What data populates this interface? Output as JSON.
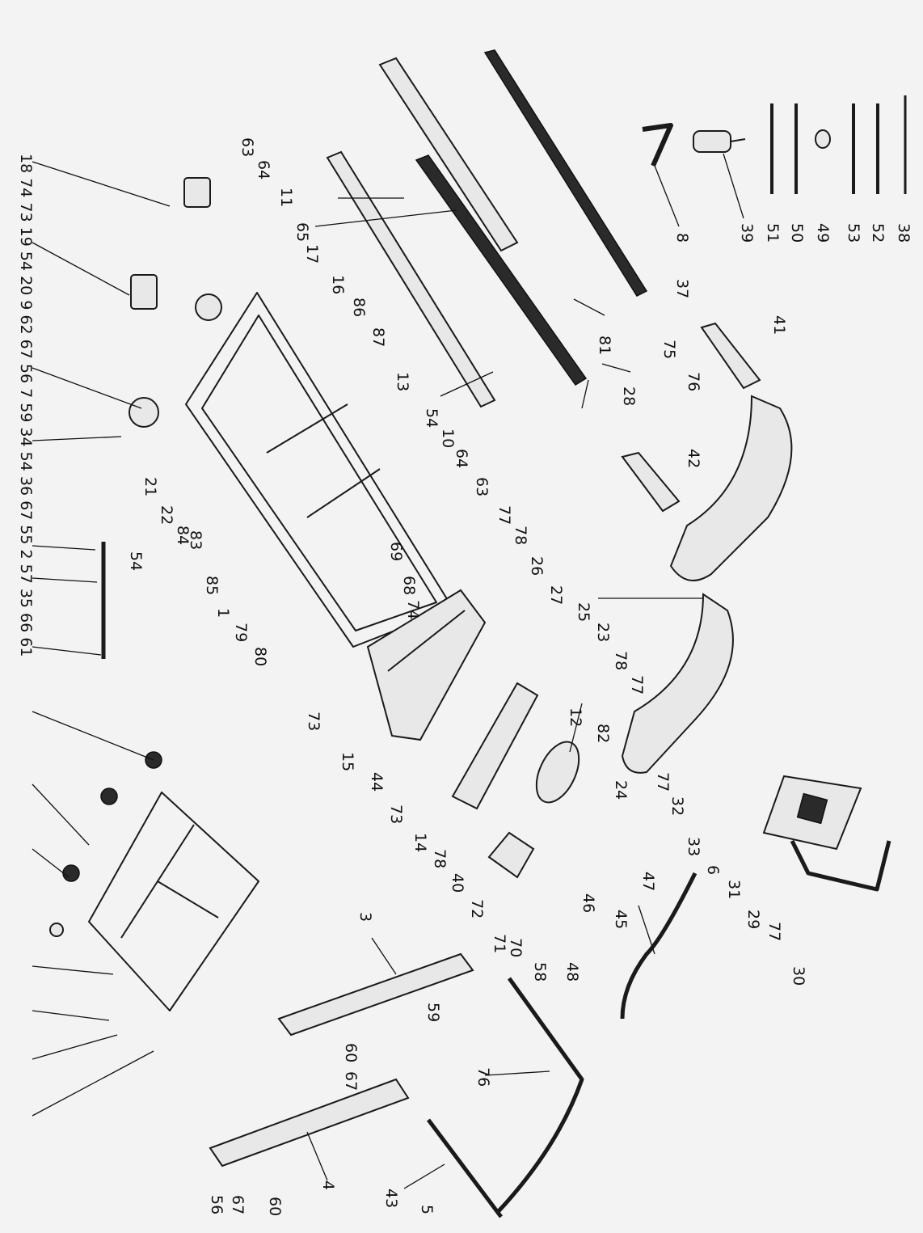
{
  "labels": [
    {
      "id": "l8",
      "text": "8"
    },
    {
      "id": "l39",
      "text": "39"
    },
    {
      "id": "l51",
      "text": "51"
    },
    {
      "id": "l50",
      "text": "50"
    },
    {
      "id": "l49",
      "text": "49"
    },
    {
      "id": "l53",
      "text": "53"
    },
    {
      "id": "l52",
      "text": "52"
    },
    {
      "id": "l38",
      "text": "38"
    },
    {
      "id": "l63a",
      "text": "63"
    },
    {
      "id": "l64a",
      "text": "64"
    },
    {
      "id": "l11",
      "text": "11"
    },
    {
      "id": "l65",
      "text": "65"
    },
    {
      "id": "l17",
      "text": "17"
    },
    {
      "id": "l16",
      "text": "16"
    },
    {
      "id": "l86",
      "text": "86"
    },
    {
      "id": "l87",
      "text": "87"
    },
    {
      "id": "l13",
      "text": "13"
    },
    {
      "id": "l54a",
      "text": "54"
    },
    {
      "id": "l10",
      "text": "10"
    },
    {
      "id": "l64b",
      "text": "64"
    },
    {
      "id": "l63b",
      "text": "63"
    },
    {
      "id": "l81",
      "text": "81"
    },
    {
      "id": "l37",
      "text": "37"
    },
    {
      "id": "l41",
      "text": "41"
    },
    {
      "id": "l75",
      "text": "75"
    },
    {
      "id": "l76a",
      "text": "76"
    },
    {
      "id": "l28",
      "text": "28"
    },
    {
      "id": "l42",
      "text": "42"
    },
    {
      "id": "l77a",
      "text": "77"
    },
    {
      "id": "l78a",
      "text": "78"
    },
    {
      "id": "l26",
      "text": "26"
    },
    {
      "id": "l27",
      "text": "27"
    },
    {
      "id": "l25",
      "text": "25"
    },
    {
      "id": "l23",
      "text": "23"
    },
    {
      "id": "l78b",
      "text": "78"
    },
    {
      "id": "l77b",
      "text": "77"
    },
    {
      "id": "l82",
      "text": "82"
    },
    {
      "id": "l12",
      "text": "12"
    },
    {
      "id": "l24",
      "text": "24"
    },
    {
      "id": "l77c",
      "text": "77"
    },
    {
      "id": "l32",
      "text": "32"
    },
    {
      "id": "l33",
      "text": "33"
    },
    {
      "id": "l6",
      "text": "6"
    },
    {
      "id": "l31",
      "text": "31"
    },
    {
      "id": "l29",
      "text": "29"
    },
    {
      "id": "l77d",
      "text": "77"
    },
    {
      "id": "l30",
      "text": "30"
    },
    {
      "id": "l47",
      "text": "47"
    },
    {
      "id": "l45",
      "text": "45"
    },
    {
      "id": "l46",
      "text": "46"
    },
    {
      "id": "l48",
      "text": "48"
    },
    {
      "id": "l58",
      "text": "58"
    },
    {
      "id": "l70",
      "text": "70"
    },
    {
      "id": "l71",
      "text": "71"
    },
    {
      "id": "l72",
      "text": "72"
    },
    {
      "id": "l40",
      "text": "40"
    },
    {
      "id": "l78c",
      "text": "78"
    },
    {
      "id": "l14",
      "text": "14"
    },
    {
      "id": "l73a",
      "text": "73"
    },
    {
      "id": "l73b",
      "text": "73"
    },
    {
      "id": "l15",
      "text": "15"
    },
    {
      "id": "l44",
      "text": "44"
    },
    {
      "id": "l69",
      "text": "69"
    },
    {
      "id": "l68",
      "text": "68"
    },
    {
      "id": "l74",
      "text": "74"
    },
    {
      "id": "l21",
      "text": "21"
    },
    {
      "id": "l22",
      "text": "22"
    },
    {
      "id": "l84",
      "text": "84"
    },
    {
      "id": "l83",
      "text": "83"
    },
    {
      "id": "l85",
      "text": "85"
    },
    {
      "id": "l1",
      "text": "1"
    },
    {
      "id": "l79",
      "text": "79"
    },
    {
      "id": "l80",
      "text": "80"
    },
    {
      "id": "l54b",
      "text": "54"
    },
    {
      "id": "l3",
      "text": "3"
    },
    {
      "id": "l59",
      "text": "59"
    },
    {
      "id": "l60a",
      "text": "60"
    },
    {
      "id": "l67a",
      "text": "67"
    },
    {
      "id": "l76b",
      "text": "76"
    },
    {
      "id": "l4",
      "text": "4"
    },
    {
      "id": "l60b",
      "text": "60"
    },
    {
      "id": "l67b",
      "text": "67"
    },
    {
      "id": "l56",
      "text": "56"
    },
    {
      "id": "l43",
      "text": "43"
    },
    {
      "id": "l5",
      "text": "5"
    }
  ],
  "side_column": "18 74 73 19 54 20 9 62 67 56 7 59 34 54 36 67 55 2 57 35   66 61"
}
